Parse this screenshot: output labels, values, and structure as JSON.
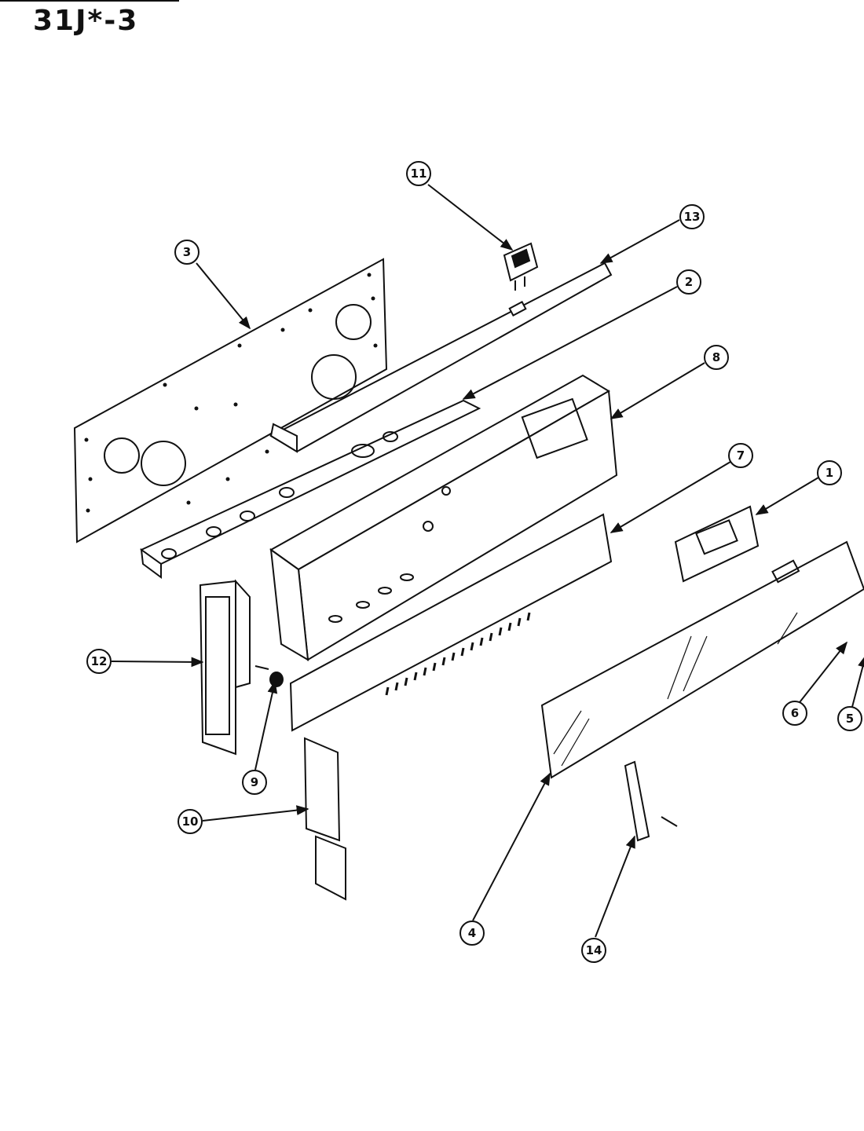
{
  "title": "31J*-3",
  "callouts": [
    {
      "id": "c11",
      "label": "11"
    },
    {
      "id": "c13",
      "label": "13"
    },
    {
      "id": "c3",
      "label": "3"
    },
    {
      "id": "c2",
      "label": "2"
    },
    {
      "id": "c8",
      "label": "8"
    },
    {
      "id": "c7",
      "label": "7"
    },
    {
      "id": "c1",
      "label": "1"
    },
    {
      "id": "c12",
      "label": "12"
    },
    {
      "id": "c6",
      "label": "6"
    },
    {
      "id": "c5",
      "label": "5"
    },
    {
      "id": "c9",
      "label": "9"
    },
    {
      "id": "c10",
      "label": "10"
    },
    {
      "id": "c4",
      "label": "4"
    },
    {
      "id": "c14",
      "label": "14"
    }
  ]
}
